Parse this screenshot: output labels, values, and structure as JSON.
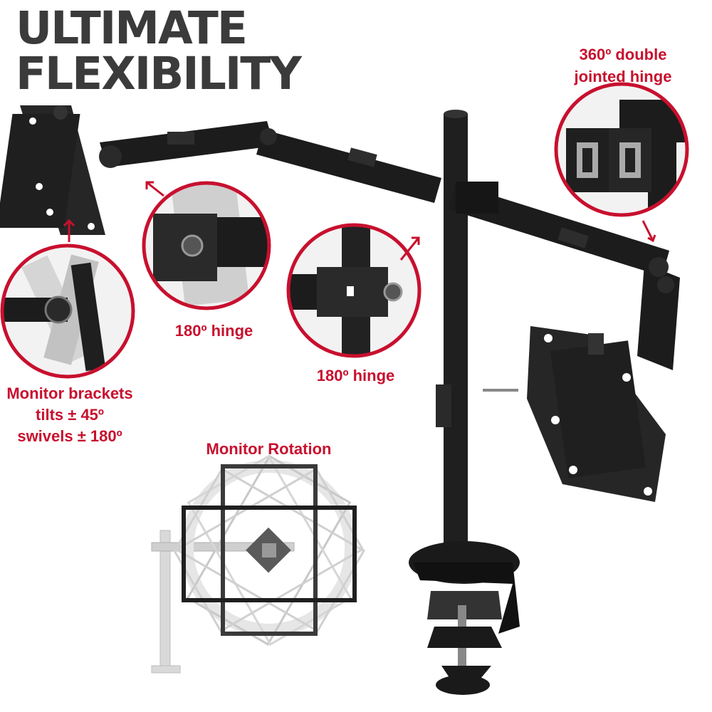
{
  "headline": {
    "line1": "ULTIMATE",
    "line2": "FLEXIBILITY"
  },
  "colors": {
    "accent": "#c8102e",
    "headline": "#3b3b3b",
    "metal": "#1f1f1f"
  },
  "callouts": {
    "double_hinge": {
      "line1": "360º double",
      "line2": "jointed hinge"
    },
    "hinge_left": "180º hinge",
    "hinge_center": "180º hinge",
    "brackets": {
      "line1": "Monitor brackets",
      "line2": "tilts ± 45º",
      "line3": "swivels ± 180º"
    },
    "rotation": "Monitor Rotation"
  },
  "icons": [
    "monitor-bracket-icon",
    "hinge-detail-icon",
    "rotation-diagram-icon",
    "desk-clamp-icon",
    "arrow-icon"
  ]
}
